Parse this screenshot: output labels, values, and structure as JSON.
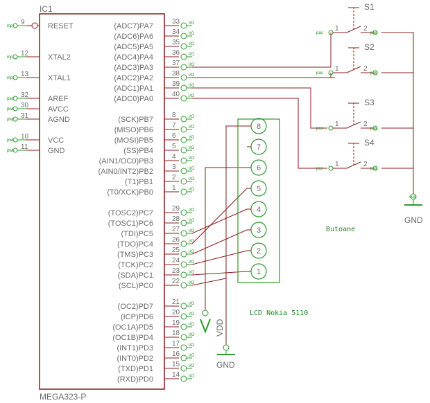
{
  "ic": {
    "name": "IC1",
    "part": "MEGA323-P",
    "left_pins": [
      {
        "label": "RESET",
        "num": "9",
        "tag": "inp"
      },
      {
        "label": "XTAL2",
        "num": "12",
        "tag": "inp"
      },
      {
        "label": "XTAL1",
        "num": "13",
        "tag": "inp"
      },
      {
        "label": "AREF",
        "num": "32",
        "tag": "pas"
      },
      {
        "label": "AVCC",
        "num": "30",
        "tag": "pwr"
      },
      {
        "label": "AGND",
        "num": "31",
        "tag": "pwr"
      },
      {
        "label": "VCC",
        "num": "10",
        "tag": "pwr"
      },
      {
        "label": "GND",
        "num": "11",
        "tag": "pwr"
      }
    ],
    "right_pins": [
      {
        "label": "(ADC7)PA7",
        "num": "33"
      },
      {
        "label": "(ADC6)PA6",
        "num": "34"
      },
      {
        "label": "(ADC5)PA5",
        "num": "35"
      },
      {
        "label": "(ADC4)PA4",
        "num": "36"
      },
      {
        "label": "(ADC3)PA3",
        "num": "37"
      },
      {
        "label": "(ADC2)PA2",
        "num": "38"
      },
      {
        "label": "(ADC1)PA1",
        "num": "39"
      },
      {
        "label": "(ADC0)PA0",
        "num": "40"
      },
      {
        "label": "(SCK)PB7",
        "num": "8"
      },
      {
        "label": "(MISO)PB6",
        "num": "7"
      },
      {
        "label": "(MOSI)PB5",
        "num": "6"
      },
      {
        "label": "(SS)PB4",
        "num": "5"
      },
      {
        "label": "(AIN1/OC0)PB3",
        "num": "4"
      },
      {
        "label": "(AIN0/INT2)PB2",
        "num": "3"
      },
      {
        "label": "(T1)PB1",
        "num": "2"
      },
      {
        "label": "(T0/XCK)PB0",
        "num": "1"
      },
      {
        "label": "(TOSC2)PC7",
        "num": "29"
      },
      {
        "label": "(TOSC1)PC6",
        "num": "28"
      },
      {
        "label": "(TDI)PC5",
        "num": "27"
      },
      {
        "label": "(TDO)PC4",
        "num": "26"
      },
      {
        "label": "(TMS)PC3",
        "num": "25"
      },
      {
        "label": "(TCK)PC2",
        "num": "24"
      },
      {
        "label": "(SDA)PC1",
        "num": "23"
      },
      {
        "label": "(SCL)PC0",
        "num": "22"
      },
      {
        "label": "(OC2)PD7",
        "num": "21"
      },
      {
        "label": "(ICP)PD6",
        "num": "20"
      },
      {
        "label": "(OC1A)PD5",
        "num": "19"
      },
      {
        "label": "(OC1B)PD4",
        "num": "18"
      },
      {
        "label": "(INT1)PD3",
        "num": "17"
      },
      {
        "label": "(INT0)PD2",
        "num": "16"
      },
      {
        "label": "(TXD)PD1",
        "num": "15"
      },
      {
        "label": "(RXD)PD0",
        "num": "14"
      }
    ],
    "io_tag": "I/O"
  },
  "switches": [
    {
      "name": "S1",
      "pin1": "1",
      "pin2": "2",
      "tag": "pas"
    },
    {
      "name": "S2",
      "pin1": "1",
      "pin2": "2",
      "tag": "pas"
    },
    {
      "name": "S3",
      "pin1": "1",
      "pin2": "2",
      "tag": "pas"
    },
    {
      "name": "S4",
      "pin1": "1",
      "pin2": "2",
      "tag": "pas"
    }
  ],
  "lcd": {
    "label": "LCD Nokia 5110",
    "pins": [
      "8",
      "7",
      "6",
      "5",
      "4",
      "3",
      "2",
      "1"
    ]
  },
  "buttons_label": "Butoane",
  "power": {
    "gnd_right": "GND",
    "gnd_bottom": "GND",
    "vdd": "VDD",
    "sup_tag": "sup"
  },
  "colors": {
    "wire": "#8b1a1a",
    "component": "#2a9a2a",
    "text": "#6b6b6b",
    "label": "#1a8c1a"
  }
}
